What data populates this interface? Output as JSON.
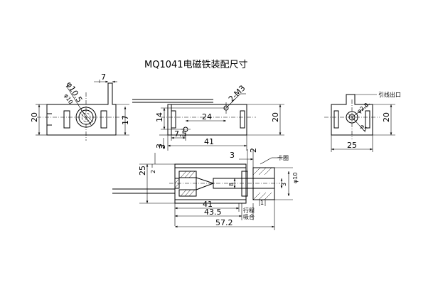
{
  "title": "MQ1041电磁铁装配尺寸",
  "left_view": {
    "height_20": "20",
    "height_17": "17",
    "width_7": "7",
    "dia_10_5": "φ10.5",
    "dia_10": "φ10"
  },
  "top_view": {
    "thread": "2-M3",
    "dim_14": "14",
    "dim_24": "24",
    "dim_7_5": "7.5",
    "dim_41": "41",
    "dim_3": "3",
    "height_20": "20"
  },
  "right_view": {
    "lead_label": "引线出口",
    "dia_2_8": "φ2.8",
    "dia_5": "φ5",
    "height_20": "20",
    "width_25": "25"
  },
  "section_view": {
    "dim_25": "25",
    "dim_2": "2",
    "dim_3": "3",
    "dim_2b": "2",
    "clip_label": "卡圈",
    "dim_8": "8",
    "dia_10": "φ10",
    "dim_3b": "3",
    "dim_41": "41",
    "dim_43_5": "43.5",
    "stroke_label": "行程",
    "stroke_label2": "吸合",
    "dim_57_2": "57.2",
    "dim_3c": "3",
    "dim_1": "1"
  }
}
